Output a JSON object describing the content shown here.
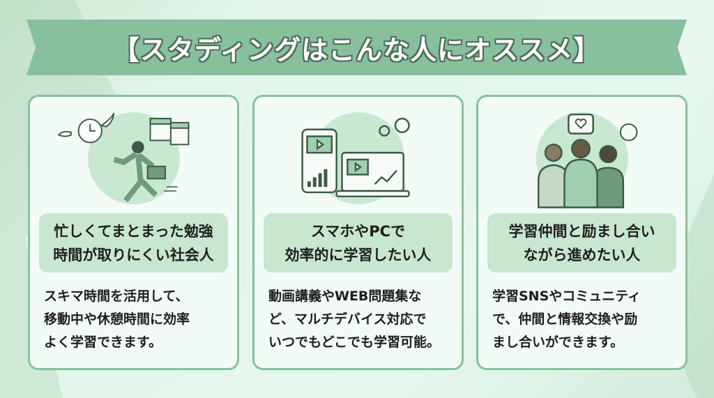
{
  "title": "【スタディングはこんな人にオススメ】",
  "cards": [
    {
      "icon": "running-businessman-icon",
      "subtitle": [
        "忙しくてまとまった勉強",
        "時間が取りにくい社会人"
      ],
      "body": [
        "スキマ時間を活用して、",
        "移動中や休憩時間に効率",
        "よく学習できます。"
      ]
    },
    {
      "icon": "multi-device-icon",
      "subtitle": [
        "スマホやPCで",
        "効率的に学習したい人"
      ],
      "body": [
        "動画講義やWEB問題集な",
        "ど、マルチデバイス対応で",
        "いつでもどこでも学習可能。"
      ]
    },
    {
      "icon": "study-friends-icon",
      "subtitle": [
        "学習仲間と励まし合い",
        "ながら進めたい人"
      ],
      "body": [
        "学習SNSやコミュニティ",
        "で、仲間と情報交換や励",
        "まし合いができます。"
      ]
    }
  ],
  "colors": {
    "banner": "#88bf9c",
    "card_border": "#86c29b",
    "subtitle_bg": "#c9e6d0",
    "card_bg": "#f2fbf5"
  }
}
